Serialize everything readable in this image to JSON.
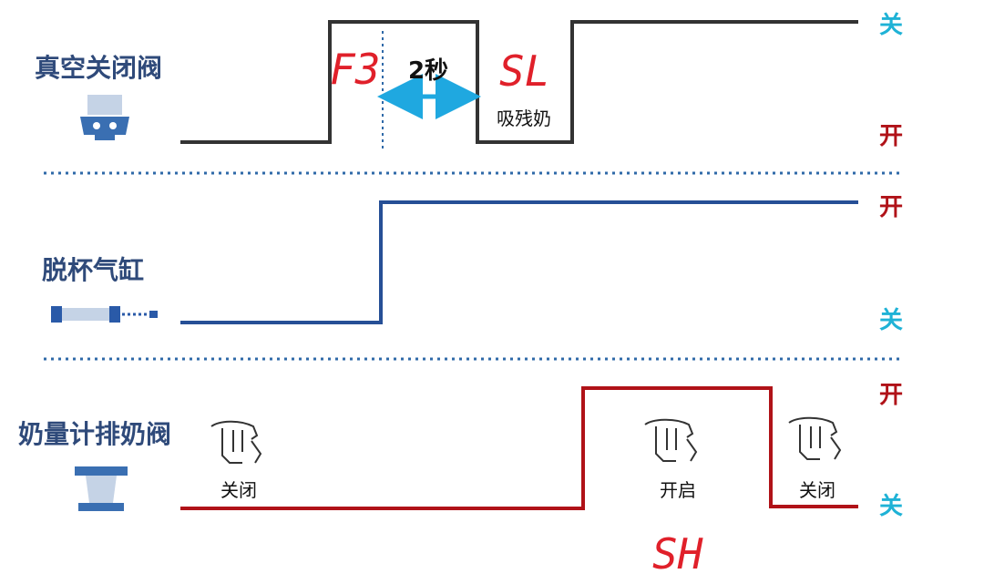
{
  "rows": {
    "vacuum_valve": {
      "title": "真空关闭阀",
      "state_top": "关",
      "state_bottom": "开",
      "code_1": "F3",
      "interval": "2秒",
      "code_2": "SL",
      "code_2_note": "吸残奶"
    },
    "cup_remover": {
      "title": "脱杯气缸",
      "state_top": "开",
      "state_bottom": "关"
    },
    "drain_valve": {
      "title": "奶量计排奶阀",
      "state_top": "开",
      "state_bottom": "关",
      "note_left": "关闭",
      "note_middle": "开启",
      "note_right": "关闭",
      "code": "SH"
    }
  },
  "colors": {
    "vacuum_line": "#333333",
    "cylinder_line": "#264f96",
    "drain_line": "#b01218",
    "open_label": "#b01218",
    "closed_label": "#1fb2d6",
    "interval_arrow": "#1fa8e0"
  },
  "icons": {
    "vacuum_valve": "valve-icon",
    "cup_remover": "cylinder-icon",
    "drain_valve": "drain-valve-icon",
    "valve_state": "valve-state-icon"
  }
}
